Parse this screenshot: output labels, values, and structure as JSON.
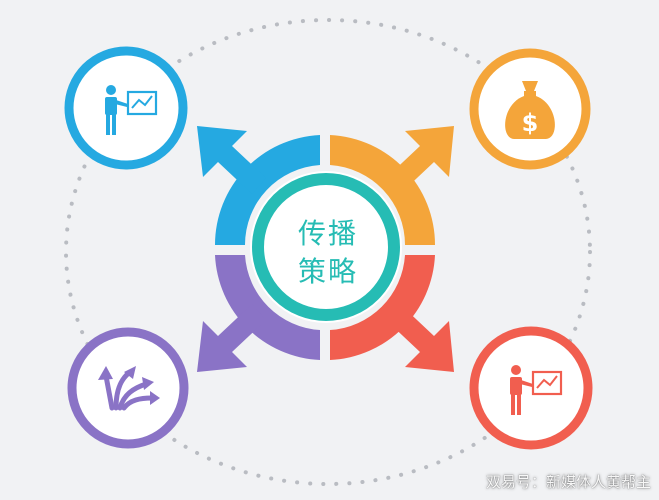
{
  "diagram": {
    "center": {
      "line1": "传播",
      "line2": "策略"
    },
    "nodes": [
      {
        "position": "top-left",
        "icon": "presenter-chart-icon",
        "color": "#25a9e1"
      },
      {
        "position": "top-right",
        "icon": "money-bag-icon",
        "color": "#f4a53a"
      },
      {
        "position": "bottom-left",
        "icon": "diverging-arrows-icon",
        "color": "#8a73c6"
      },
      {
        "position": "bottom-right",
        "icon": "presenter-chart-icon",
        "color": "#f15e4f"
      }
    ],
    "quadrant_colors": {
      "top_left": "#25a9e1",
      "top_right": "#f4a53a",
      "bottom_left": "#8a73c6",
      "bottom_right": "#f15e4f"
    },
    "center_ring_color": "#26bcb4"
  },
  "watermark": "双易号：新媒体人黄帮主"
}
